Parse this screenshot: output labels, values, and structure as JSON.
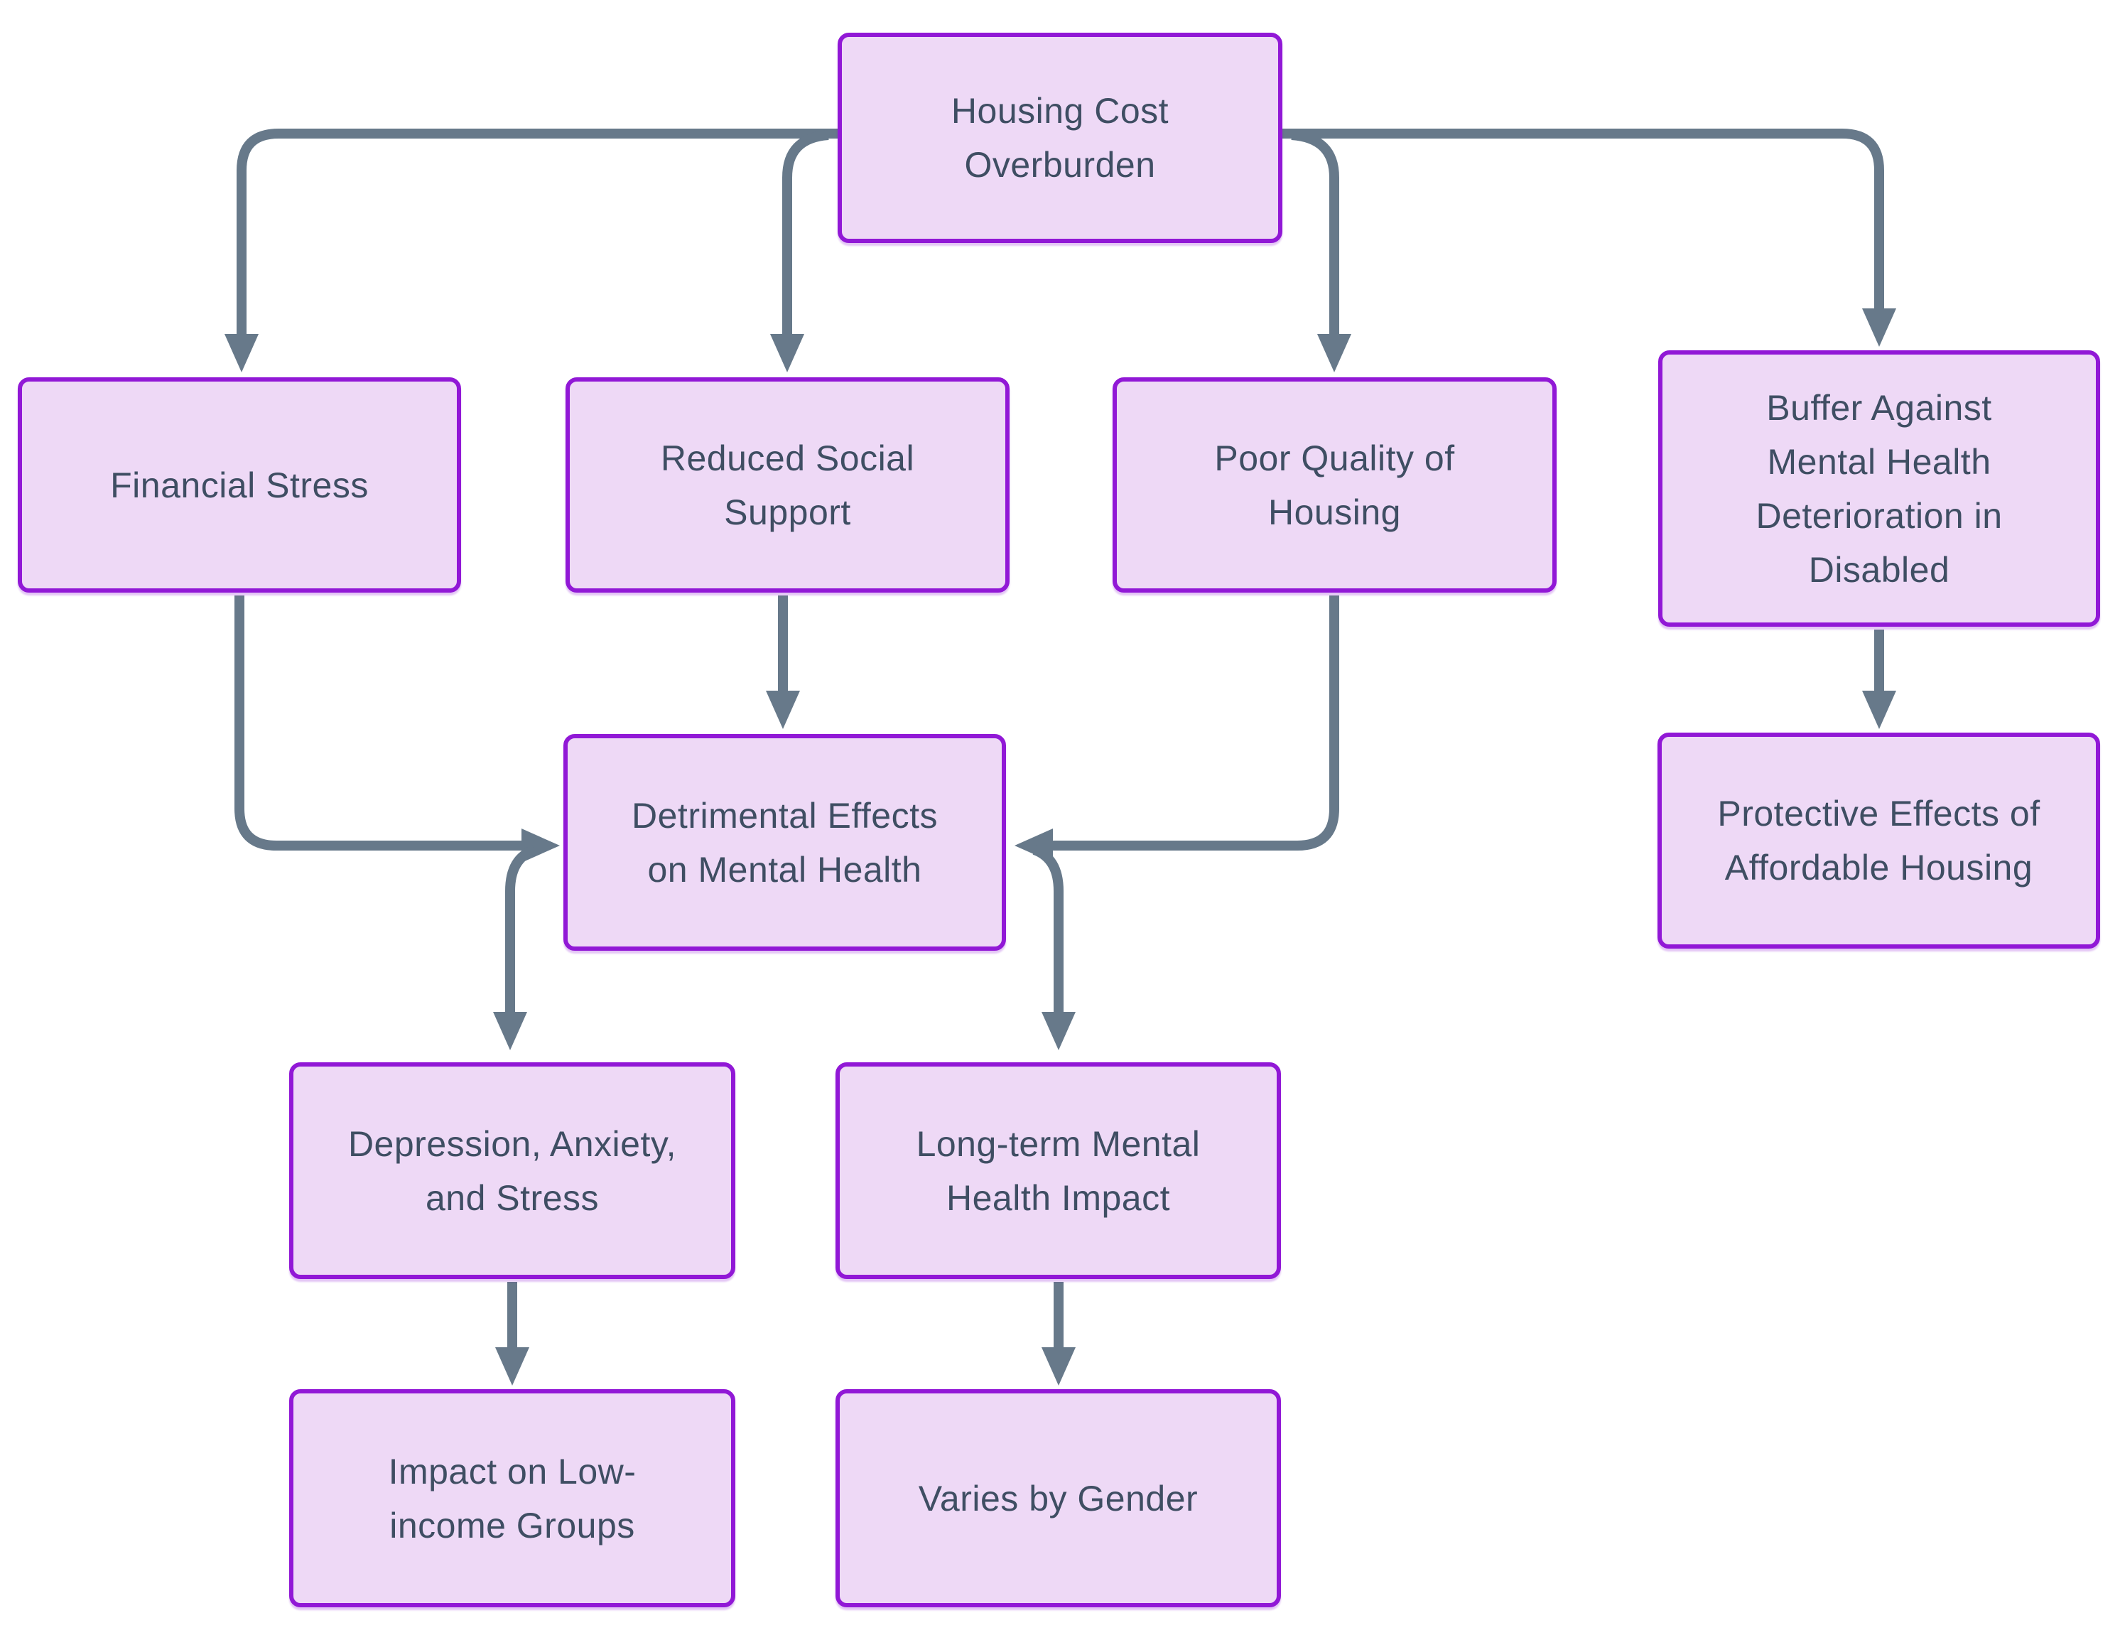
{
  "diagram": {
    "type": "flowchart",
    "background_color": "#ffffff",
    "node_fill_color": "#eed9f6",
    "node_border_color": "#9118d6",
    "node_text_color": "#3f4e63",
    "arrow_color": "#67798a",
    "nodes": {
      "housing": {
        "label": "Housing Cost\nOverburden"
      },
      "financial": {
        "label": "Financial Stress"
      },
      "reduced": {
        "label": "Reduced Social\nSupport"
      },
      "poor": {
        "label": "Poor Quality of\nHousing"
      },
      "buffer": {
        "label": "Buffer Against\nMental Health\nDeterioration in\nDisabled"
      },
      "detrimental": {
        "label": "Detrimental Effects\non Mental Health"
      },
      "protective": {
        "label": "Protective Effects of\nAffordable Housing"
      },
      "depression": {
        "label": "Depression, Anxiety,\nand Stress"
      },
      "longterm": {
        "label": "Long-term Mental\nHealth Impact"
      },
      "impact": {
        "label": "Impact on Low-\nincome Groups"
      },
      "varies": {
        "label": "Varies by Gender"
      }
    },
    "edges": [
      {
        "from": "housing",
        "to": "financial"
      },
      {
        "from": "housing",
        "to": "reduced"
      },
      {
        "from": "housing",
        "to": "poor"
      },
      {
        "from": "housing",
        "to": "buffer"
      },
      {
        "from": "financial",
        "to": "detrimental"
      },
      {
        "from": "reduced",
        "to": "detrimental"
      },
      {
        "from": "poor",
        "to": "detrimental"
      },
      {
        "from": "buffer",
        "to": "protective"
      },
      {
        "from": "detrimental",
        "to": "depression"
      },
      {
        "from": "detrimental",
        "to": "longterm"
      },
      {
        "from": "depression",
        "to": "impact"
      },
      {
        "from": "longterm",
        "to": "varies"
      }
    ]
  }
}
